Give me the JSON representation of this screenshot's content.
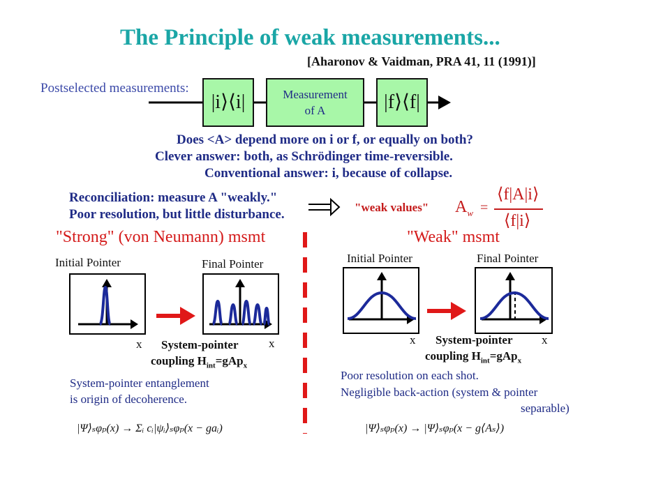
{
  "title": "The Principle of weak measurements...",
  "citation": "[Aharonov & Vaidman, PRA 41, 11 (1991)]",
  "postselected_label": "Postselected measurements:",
  "blocks": {
    "preselect": "|i⟩⟨i|",
    "measurement_line1": "Measurement",
    "measurement_line2": "of A",
    "postselect": "|f⟩⟨f|"
  },
  "questions": [
    "Does <A> depend more on i or f, or equally on both?",
    "Clever answer: both, as Schrödinger time-reversible.",
    "Conventional answer: i, because of collapse."
  ],
  "reconciliation": [
    "Reconciliation: measure A \"weakly.\"",
    "Poor resolution, but little disturbance."
  ],
  "weak_values_label": "\"weak values\"",
  "weak_value_formula": {
    "lhs": "A",
    "lhs_sub": "w",
    "numerator": "⟨f|A|i⟩",
    "denominator": "⟨f|i⟩"
  },
  "strong": {
    "heading": "\"Strong\" (von Neumann) msmt",
    "initial_label": "Initial Pointer",
    "final_label": "Final Pointer",
    "x_left": "x",
    "x_right": "x",
    "coupling_line1": "System-pointer",
    "coupling_line2": "coupling H",
    "coupling_sub": "int",
    "coupling_rest": "=gAp",
    "coupling_sub2": "x",
    "note_line1": "System-pointer entanglement",
    "note_line2": "is origin of decoherence.",
    "equation": "|Ψ⟩ₛφₚ(x) → Σᵢ cᵢ|ψᵢ⟩ₛφₚ(x − gaᵢ)"
  },
  "weak": {
    "heading": "\"Weak\" msmt",
    "initial_label": "Initial Pointer",
    "final_label": "Final Pointer",
    "x_left": "x",
    "x_right": "x",
    "coupling_line1": "System-pointer",
    "coupling_line2": "coupling H",
    "coupling_sub": "int",
    "coupling_rest": "=gAp",
    "coupling_sub2": "x",
    "note_line1": "Poor resolution on each shot.",
    "note_line2": "Negligible back-action (system & pointer",
    "note_line3": "separable)",
    "equation": "|Ψ⟩ₛφₚ(x) → |Ψ⟩ₛφₚ(x − g⟨Aₛ⟩)"
  },
  "colors": {
    "title": "#1aa6a6",
    "box_green": "#a8f7a8",
    "curve_blue": "#1c2a9a",
    "arrow_red": "#e01818",
    "navy_text": "#1f2b86"
  }
}
